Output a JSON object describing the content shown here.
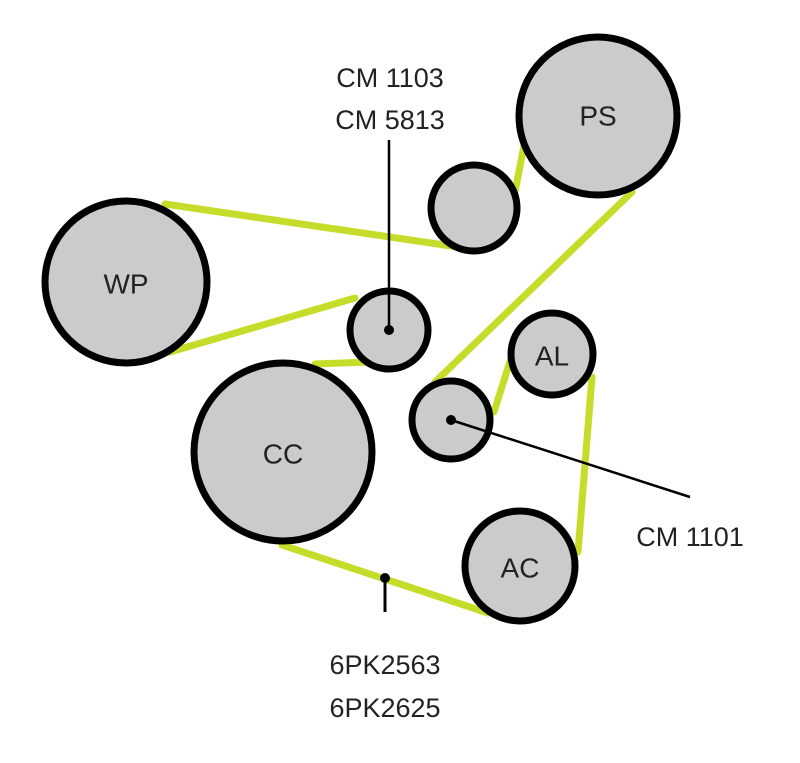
{
  "colors": {
    "belt": "#c6dc2a",
    "pulley_fill": "#cbcbcd",
    "outline": "#000000"
  },
  "pulleys": {
    "ps": "PS",
    "wp": "WP",
    "al": "AL",
    "cc": "CC",
    "ac": "AC"
  },
  "callouts": {
    "tensioner": [
      "CM 1103",
      "CM 5813"
    ],
    "idler": "CM 1101",
    "belt": [
      "6PK2563",
      "6PK2625"
    ]
  }
}
